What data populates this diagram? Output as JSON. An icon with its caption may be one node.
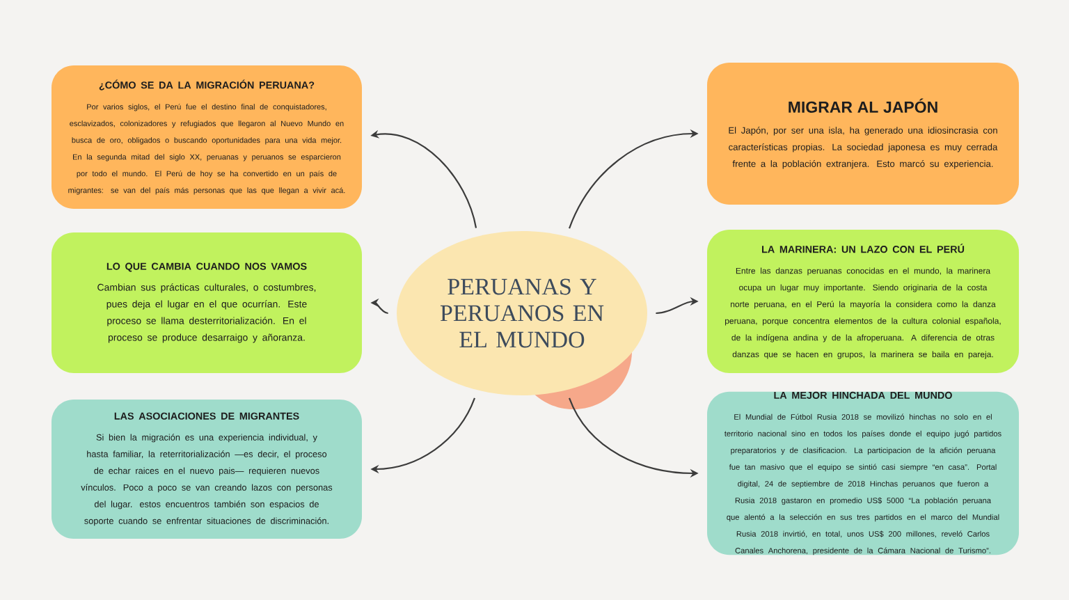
{
  "diagram": {
    "nodes": [
      {
        "text": [
          "PERUANAS Y PERUANOS EN EL MUNDO"
        ]
      },
      {
        "text": [
          "¿CÓMO SE DA LA MIGRACIÓN PERUANA?",
          "Por varios siglos, el Perú fue el destino final de conquistadores, esclavizados, colonizadores y refugiados que llegaron al Nuevo Mundo en busca de oro, obligados o buscando oportunidades para una vida mejor. En la segunda mitad del siglo XX, peruanas y peruanos se esparcieron por todo el mundo. El Perú de hoy se ha convertido en un país de migrantes: se van del país más personas que las que llegan a vivir acá."
        ]
      },
      {
        "text": [
          "LO QUE CAMBIA CUANDO NOS VAMOS",
          "Cambian sus prácticas culturales, o costumbres, pues deja el lugar en el que ocurrían. Este proceso se llama desterritorialización. En el proceso se produce desarraigo y añoranza."
        ]
      },
      {
        "text": [
          "LAS ASOCIACIONES DE MIGRANTES",
          "Si bien la migración es una experiencia individual, y hasta familiar, la reterritorialización —es decir, el proceso de echar raices en el nuevo pais— requieren nuevos vínculos. Poco a poco se van creando lazos con personas del lugar. estos encuentros también son espacios de soporte cuando se enfrentar situaciones de discriminación."
        ]
      },
      {
        "text": [
          "MIGRAR AL JAPÓN",
          "El Japón, por ser una isla, ha generado una idiosincrasia con características propias. La sociedad japonesa es muy cerrada frente a la población extranjera. Esto marcó su experiencia."
        ]
      },
      {
        "text": [
          "LA MARINERA: UN LAZO CON EL PERÚ",
          "Entre las danzas peruanas conocidas en el mundo, la marinera ocupa un lugar muy importante. Siendo originaria de la costa norte peruana, en el Perú la mayoría la considera como la danza peruana, porque concentra elementos de la cultura colonial española, de la indígena andina y de la afroperuana. A diferencia de otras danzas que se hacen en grupos, la marinera se baila en pareja."
        ]
      },
      {
        "text": [
          "LA MEJOR HINCHADA DEL MUNDO",
          "El Mundial de Fútbol Rusia 2018 se movilizó hinchas no solo en el territorio nacional sino en todos los países donde el equipo jugó partidos preparatorios y de clasificacion. La participacion de la afición peruana fue tan masivo que el equipo se sintió casi siempre “en casa”. Portal digital, 24 de septiembre de 2018 Hinchas peruanos que fueron a Rusia 2018 gastaron en promedio US$ 5000 “La población peruana que alentó a la selección en sus tres partidos en el marco del Mundial Rusia 2018 invirtió, en total, unos US$ 200 millones, reveló Carlos Canales Anchorena, presidente de la Cámara Nacional de Turismo”."
        ]
      }
    ],
    "edges": [
      {
        "from": 0,
        "to": 1,
        "arrow": "to"
      },
      {
        "from": 0,
        "to": 2,
        "arrow": "to"
      },
      {
        "from": 0,
        "to": 3,
        "arrow": "to"
      },
      {
        "from": 0,
        "to": 4,
        "arrow": "to"
      },
      {
        "from": 0,
        "to": 5,
        "arrow": "to"
      },
      {
        "from": 0,
        "to": 6,
        "arrow": "to"
      }
    ]
  }
}
